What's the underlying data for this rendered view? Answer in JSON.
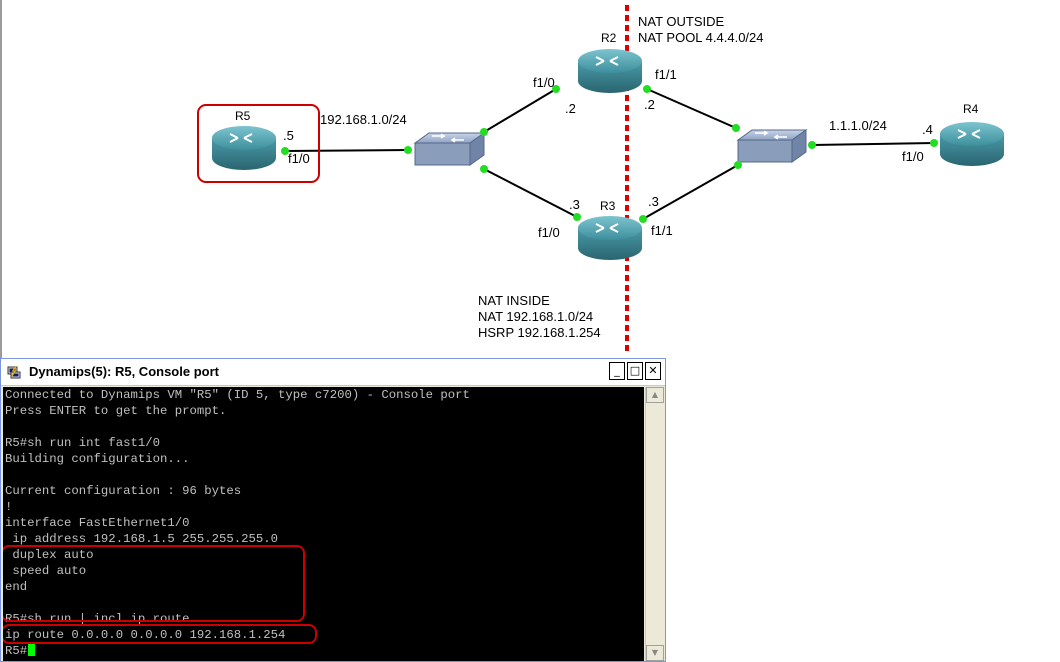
{
  "topology": {
    "nat_outside_label": "NAT OUTSIDE",
    "nat_pool_label": "NAT POOL 4.4.4.0/24",
    "nat_inside_label": "NAT INSIDE",
    "nat_inside_net_label": "NAT 192.168.1.0/24",
    "hsrp_label": "HSRP 192.168.1.254",
    "routers": {
      "r5": {
        "name": "R5",
        "addr": ".5",
        "iface": "f1/0"
      },
      "r2": {
        "name": "R2",
        "iface_left": "f1/0",
        "addr_left": ".2",
        "iface_right": "f1/1",
        "addr_right": ".2"
      },
      "r3": {
        "name": "R3",
        "iface_left": "f1/0",
        "addr_left": ".3",
        "iface_right": "f1/1",
        "addr_right": ".3"
      },
      "r4": {
        "name": "R4",
        "addr": ".4",
        "iface": "f1/0"
      }
    },
    "lan_left": "192.168.1.0/24",
    "lan_right": "1.1.1.0/24",
    "colors": {
      "highlight": "#cc0000",
      "link_dot": "#22dd22",
      "nat_line": "#dd0000",
      "router": "#4a9aa8"
    }
  },
  "console": {
    "title": "Dynamips(5): R5, Console port",
    "buttons": {
      "minimize": "_",
      "maximize": "□",
      "close": "✕"
    },
    "lines": [
      "Connected to Dynamips VM \"R5\" (ID 5, type c7200) - Console port",
      "Press ENTER to get the prompt.",
      "",
      "R5#sh run int fast1/0",
      "Building configuration...",
      "",
      "Current configuration : 96 bytes",
      "!",
      "interface FastEthernet1/0",
      " ip address 192.168.1.5 255.255.255.0",
      " duplex auto",
      " speed auto",
      "end",
      "",
      "R5#sh run | incl ip route",
      "ip route 0.0.0.0 0.0.0.0 192.168.1.254",
      "R5#"
    ]
  }
}
